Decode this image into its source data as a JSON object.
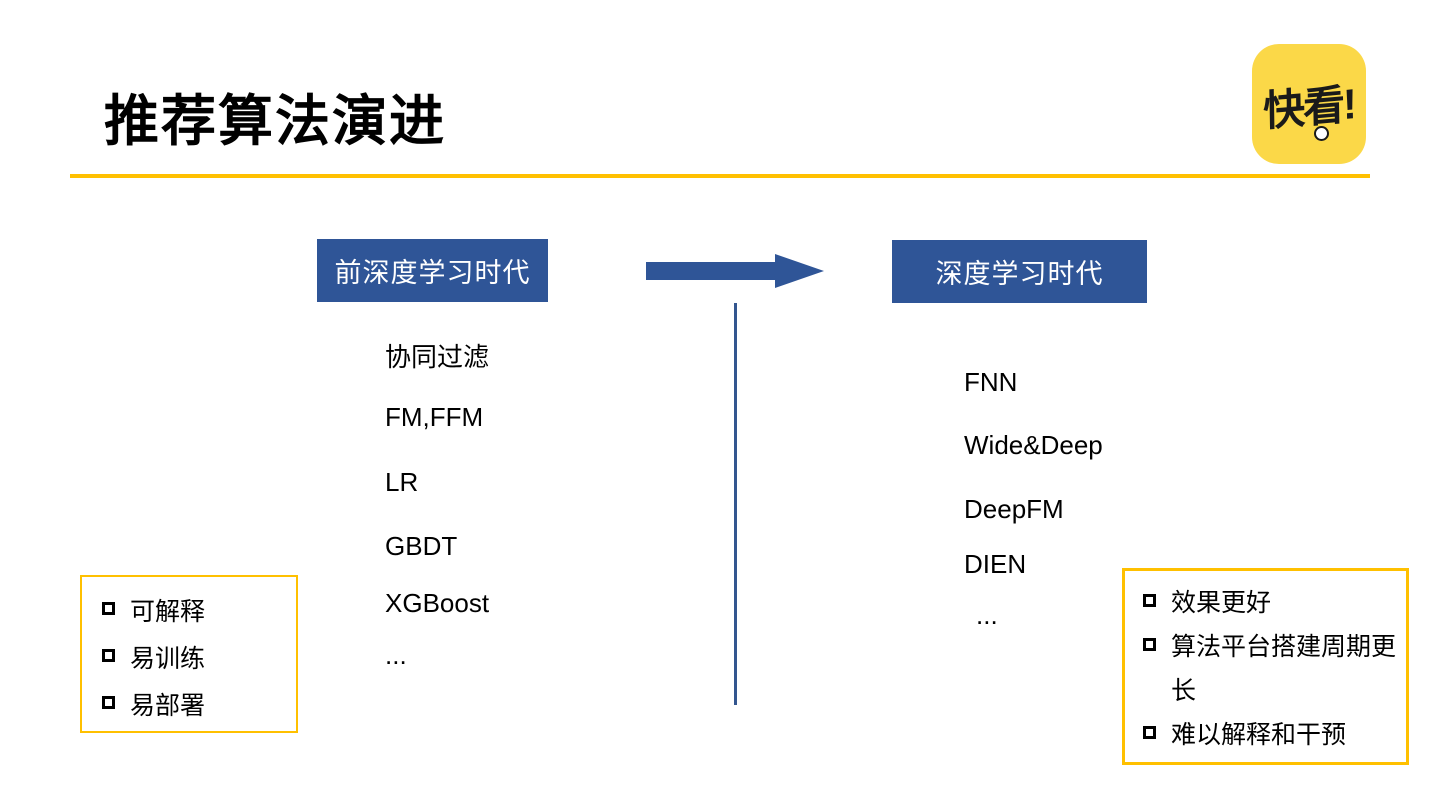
{
  "slide": {
    "title": "推荐算法演进",
    "logo": {
      "text": "快看!"
    },
    "colors": {
      "accent_blue": "#2F5597",
      "accent_yellow": "#FFC000",
      "logo_yellow": "#FBD848"
    }
  },
  "timeline": {
    "pre_era": {
      "label": "前深度学习时代",
      "algorithms": [
        "协同过滤",
        "FM,FFM",
        "LR",
        "GBDT",
        "XGBoost",
        "..."
      ]
    },
    "deep_era": {
      "label": "深度学习时代",
      "algorithms": [
        "FNN",
        "Wide&Deep",
        "DeepFM",
        "DIEN",
        "..."
      ]
    }
  },
  "callouts": {
    "pre_era": [
      "可解释",
      "易训练",
      "易部署"
    ],
    "deep_era": [
      "效果更好",
      "算法平台搭建周期更长",
      "难以解释和干预"
    ]
  }
}
